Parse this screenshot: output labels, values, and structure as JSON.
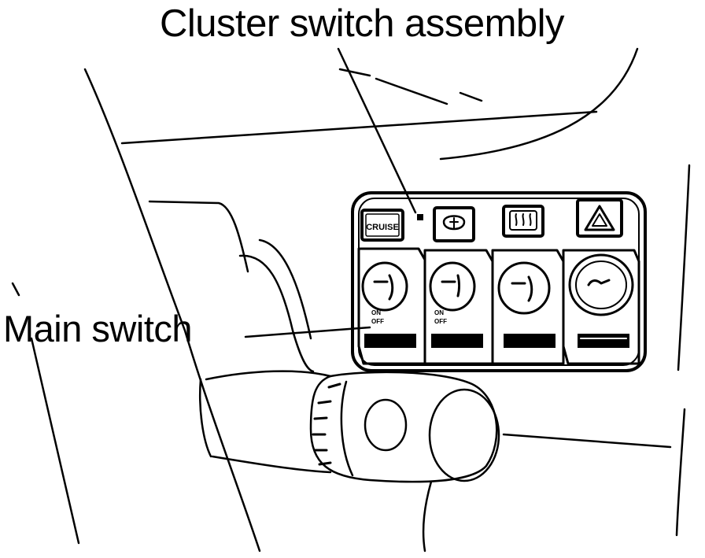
{
  "callouts": {
    "cluster_switch_assembly": "Cluster switch assembly",
    "main_switch": "Main switch"
  },
  "indicators": {
    "cruise": "CRUISE"
  },
  "switch_markings": {
    "on": "ON",
    "off": "OFF"
  },
  "icons": [
    "cruise-indicator-icon",
    "o-d-off-indicator-icon",
    "rear-defogger-indicator-icon",
    "hazard-triangle-icon"
  ],
  "colors": {
    "line": "#000000",
    "background": "#ffffff"
  }
}
